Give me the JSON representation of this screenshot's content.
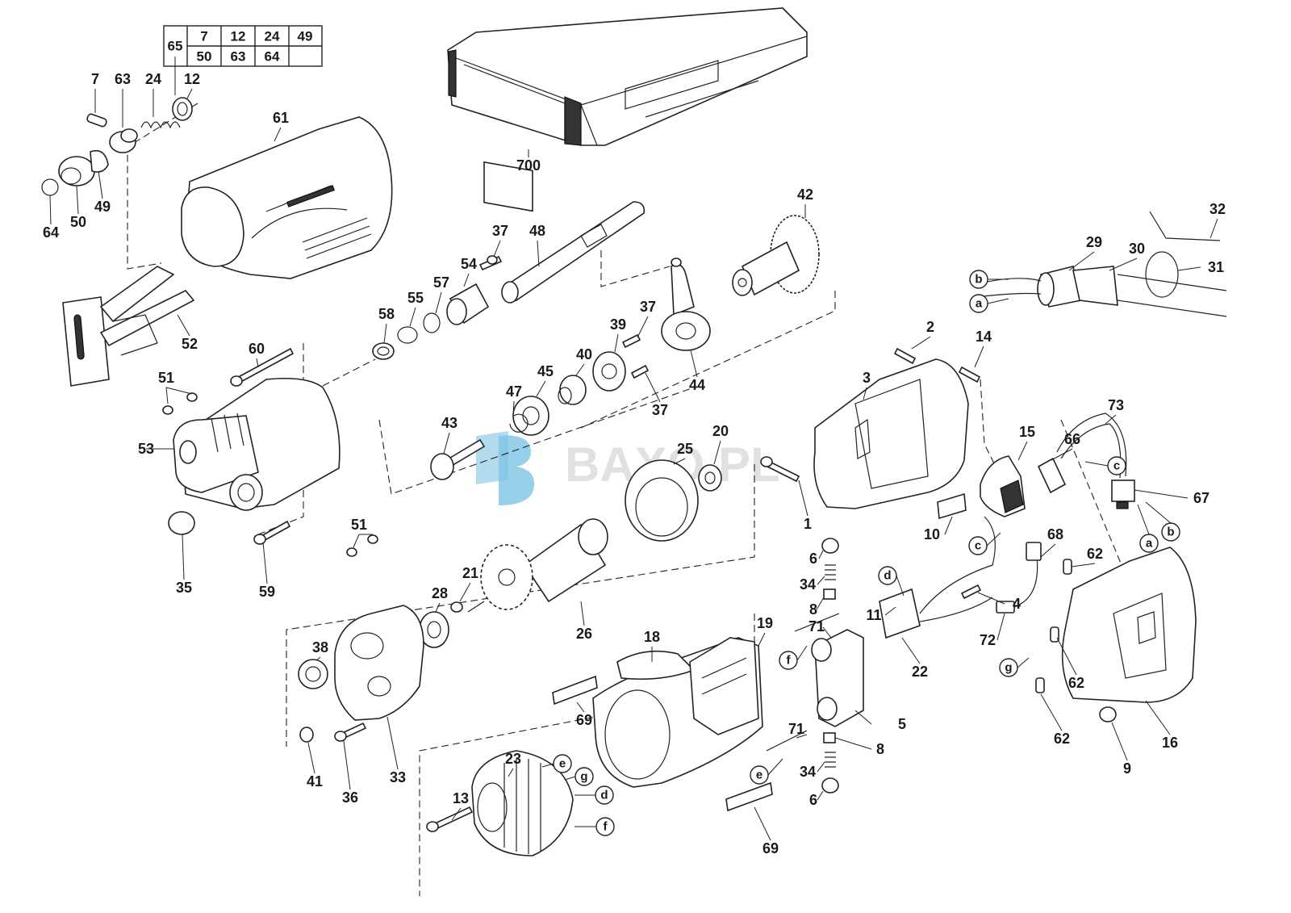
{
  "table": {
    "header": "65",
    "row1": [
      "7",
      "12",
      "24",
      "49"
    ],
    "row2": [
      "50",
      "63",
      "64",
      ""
    ]
  },
  "watermark": "BAXO.PL",
  "labels": {
    "p700": "700",
    "p7": "7",
    "p63": "63",
    "p24": "24",
    "p12": "12",
    "p64": "64",
    "p50": "50",
    "p49": "49",
    "p61": "61",
    "p52": "52",
    "p37a": "37",
    "p48": "48",
    "p54": "54",
    "p57": "57",
    "p55": "55",
    "p58": "58",
    "p42": "42",
    "p44": "44",
    "p39": "39",
    "p37b": "37",
    "p37c": "37",
    "p40": "40",
    "p45": "45",
    "p47": "47",
    "p43": "43",
    "p60": "60",
    "p51a": "51",
    "p53": "53",
    "p35": "35",
    "p51b": "51",
    "p59": "59",
    "p20": "20",
    "p25": "25",
    "p21": "21",
    "p26": "26",
    "p28": "28",
    "p38": "38",
    "p33": "33",
    "p41": "41",
    "p36": "36",
    "p18": "18",
    "p19": "19",
    "p69a": "69",
    "p69b": "69",
    "p23": "23",
    "p13": "13",
    "p71a": "71",
    "p71b": "71",
    "p6a": "6",
    "p34a": "34",
    "p8a": "8",
    "p5": "5",
    "p8b": "8",
    "p34b": "34",
    "p6b": "6",
    "p1": "1",
    "p2": "2",
    "p3": "3",
    "p10": "10",
    "p14": "14",
    "p15": "15",
    "p11": "11",
    "p22": "22",
    "p4": "4",
    "p72": "72",
    "p68": "68",
    "p62a": "62",
    "p62b": "62",
    "p62c": "62",
    "p66": "66",
    "p73": "73",
    "p67": "67",
    "p16": "16",
    "p9": "9",
    "p29": "29",
    "p30": "30",
    "p31": "31",
    "p32": "32"
  },
  "connectors": {
    "a1": "a",
    "b1": "b",
    "a2": "a",
    "b2": "b",
    "c1": "c",
    "c2": "c",
    "d1": "d",
    "d2": "d",
    "e1": "e",
    "e2": "e",
    "f1": "f",
    "f2": "f",
    "g1": "g",
    "g2": "g"
  }
}
